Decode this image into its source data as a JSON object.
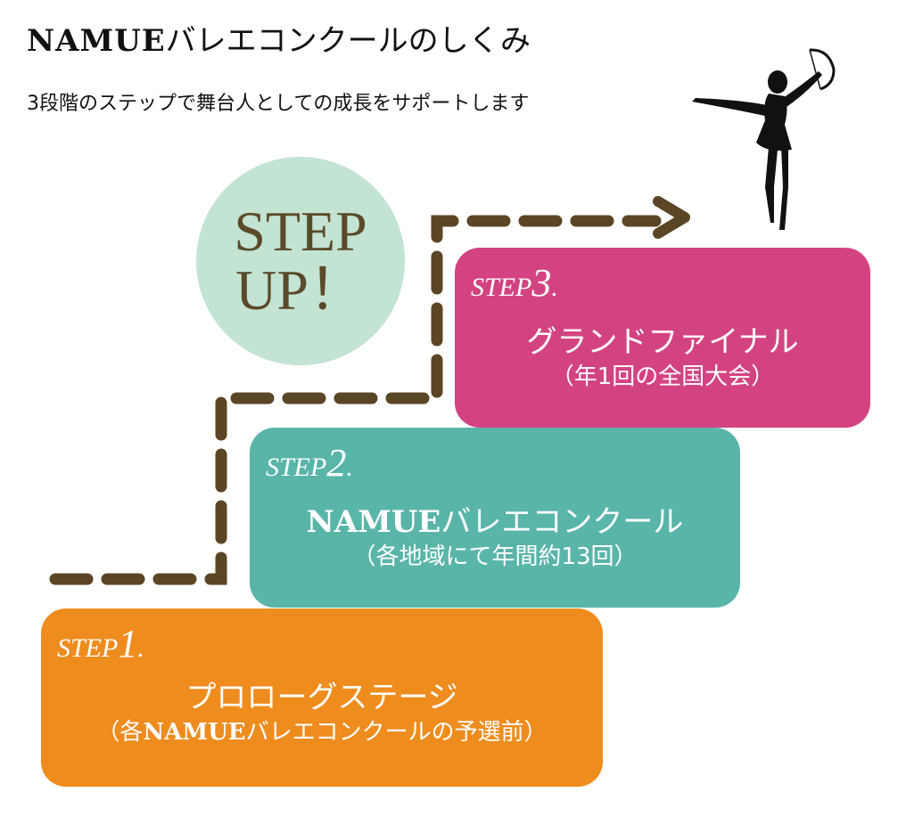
{
  "header": {
    "title_brand": "NAMUE",
    "title_rest": "バレエコンクールのしくみ",
    "subtitle": "3段階のステップで舞台人としての成長をサポートします"
  },
  "badge": {
    "line1": "STEP",
    "line2": "UP！"
  },
  "steps": [
    {
      "label": "STEP",
      "number": "1",
      "dot": ".",
      "title": "プロローグステージ",
      "sub_open": "（各",
      "sub_brand": "NAMUE",
      "sub_rest": "バレエコンクールの予選前）",
      "color": "#ef8c1e"
    },
    {
      "label": "STEP",
      "number": "2",
      "dot": ".",
      "title_brand": "NAMUE",
      "title_rest": "バレエコンクール",
      "sub": "（各地域にて年間約13回）",
      "color": "#59b5a8"
    },
    {
      "label": "STEP",
      "number": "3",
      "dot": ".",
      "title": "グランドファイナル",
      "sub": "（年1回の全国大会）",
      "color": "#d44381"
    }
  ],
  "colors": {
    "path": "#5a4524",
    "badge": "#c3e3d3"
  }
}
